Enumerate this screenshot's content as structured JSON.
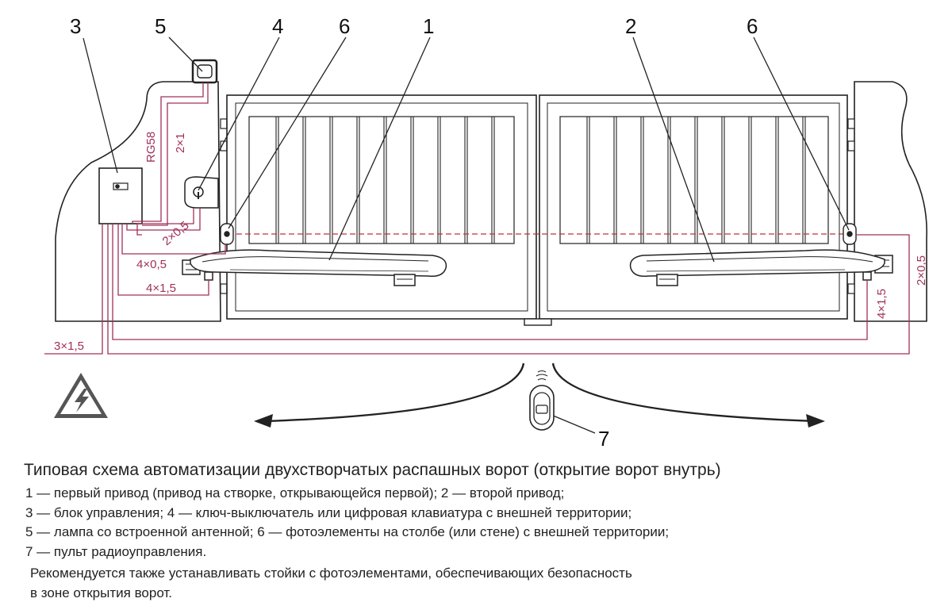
{
  "diagram": {
    "callouts": [
      "1",
      "2",
      "3",
      "4",
      "5",
      "6",
      "6",
      "7"
    ],
    "wire_labels": {
      "rg58": "RG58",
      "lamp": "2×1",
      "key": "2×0,5",
      "photo_left": "4×0,5",
      "motor_left": "4×1,5",
      "mains": "3×1,5",
      "motor_right": "4×1,5",
      "photo_right": "2×0,5"
    },
    "colors": {
      "wire": "#a0305a",
      "line": "#222222",
      "beam": "#c03040"
    },
    "icons": [
      "high-voltage-icon",
      "remote-control-icon",
      "warning-triangle-icon"
    ]
  },
  "caption": {
    "title": "Типовая схема автоматизации двухстворчатых распашных ворот (открытие ворот внутрь)",
    "legend": [
      "1 — первый привод (привод на створке, открывающейся первой); 2 — второй привод;",
      "3 — блок управления; 4 — ключ-выключатель или цифровая клавиатура с внешней территории;",
      "5 — лампа со встроенной антенной; 6 — фотоэлементы на столбе (или стене) с внешней территории;",
      "7 — пульт радиоуправления."
    ],
    "note": [
      "Рекомендуется также устанавливать  стойки с фотоэлементами, обеспечивающих безопасность",
      "в зоне открытия ворот."
    ]
  }
}
